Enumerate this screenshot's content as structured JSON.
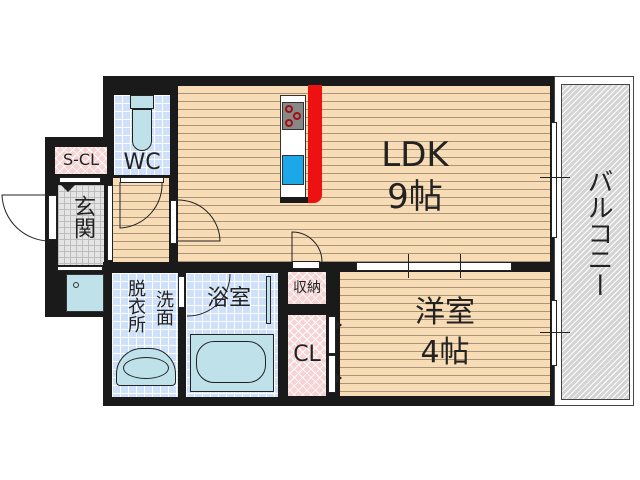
{
  "plan": {
    "rooms": {
      "ldk": {
        "name": "LDK",
        "size": "9帖"
      },
      "western": {
        "name": "洋室",
        "size": "4帖"
      },
      "balcony": {
        "name": "バルコニー"
      },
      "wc": {
        "name": "WC"
      },
      "scl": {
        "name": "S-CL"
      },
      "entrance": {
        "name": "玄関"
      },
      "dressing": {
        "name": "脱衣所"
      },
      "washroom": {
        "name": "洗面"
      },
      "bath": {
        "name": "浴室"
      },
      "storage": {
        "name": "収納"
      },
      "closet": {
        "name": "CL"
      }
    },
    "colors": {
      "wall": "#1a1a1a",
      "wood_floor": "#f8dcb6",
      "tile_blue": "#cfe0fa",
      "pink_storage": "#f7d4d4",
      "balcony_gray": "#d4d4d4",
      "kitchen_counter_red": "#ee1111",
      "sink_blue": "#1aa8e8"
    }
  }
}
